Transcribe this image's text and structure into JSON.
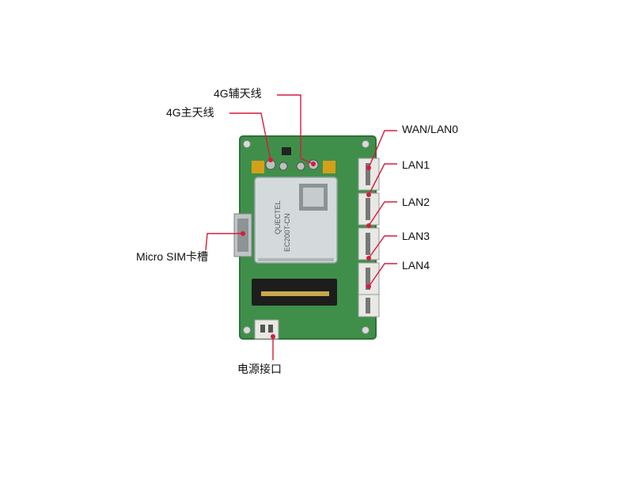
{
  "labels": {
    "antenna_aux": "4G辅天线",
    "antenna_main": "4G主天线",
    "sim_slot": "Micro SIM卡槽",
    "power_port": "电源接口",
    "wan_lan0": "WAN/LAN0",
    "lan1": "LAN1",
    "lan2": "LAN2",
    "lan3": "LAN3",
    "lan4": "LAN4"
  },
  "module": {
    "brand": "QUECTEL",
    "model": "EC200T-CN"
  },
  "colors": {
    "pcb": "#3f8f4a",
    "pcb_dark": "#2f7138",
    "module_body": "#d4dadc",
    "connector": "#e8e8e4",
    "leader_line": "#d81b3c",
    "gold": "#d4a017"
  }
}
